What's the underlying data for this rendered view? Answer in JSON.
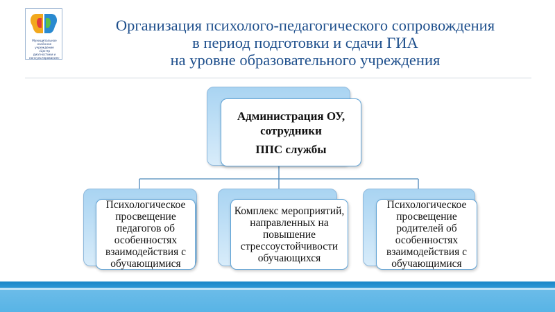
{
  "logo": {
    "name": "logo-emblem",
    "caption": "Муниципальное\nказённое\nучреждение\n«Центр\nдиагностики и\nконсультирования»"
  },
  "title": {
    "line1": "Организация психолого-педагогического сопровождения",
    "line2": "в период подготовки и сдачи ГИА",
    "line3": "на уровне образовательного учреждения"
  },
  "diagram": {
    "top": {
      "line1": "Администрация ОУ,",
      "line2": "сотрудники",
      "line3": "ППС службы"
    },
    "children": [
      {
        "text": "Психологическое просвещение педагогов об особенностях взаимодействия с обучающимися"
      },
      {
        "text": "Комплекс мероприятий, направленных на повышение стрессоустойчивости обучающихся"
      },
      {
        "text": "Психологическое просвещение родителей об особенностях взаимодействия с обучающимися"
      }
    ]
  },
  "colors": {
    "title": "#1e4f8c",
    "box_border": "#5fa3d6",
    "box_back": "#a9d4f2",
    "connector": "#4a86b9",
    "band": "#2f99d6"
  }
}
